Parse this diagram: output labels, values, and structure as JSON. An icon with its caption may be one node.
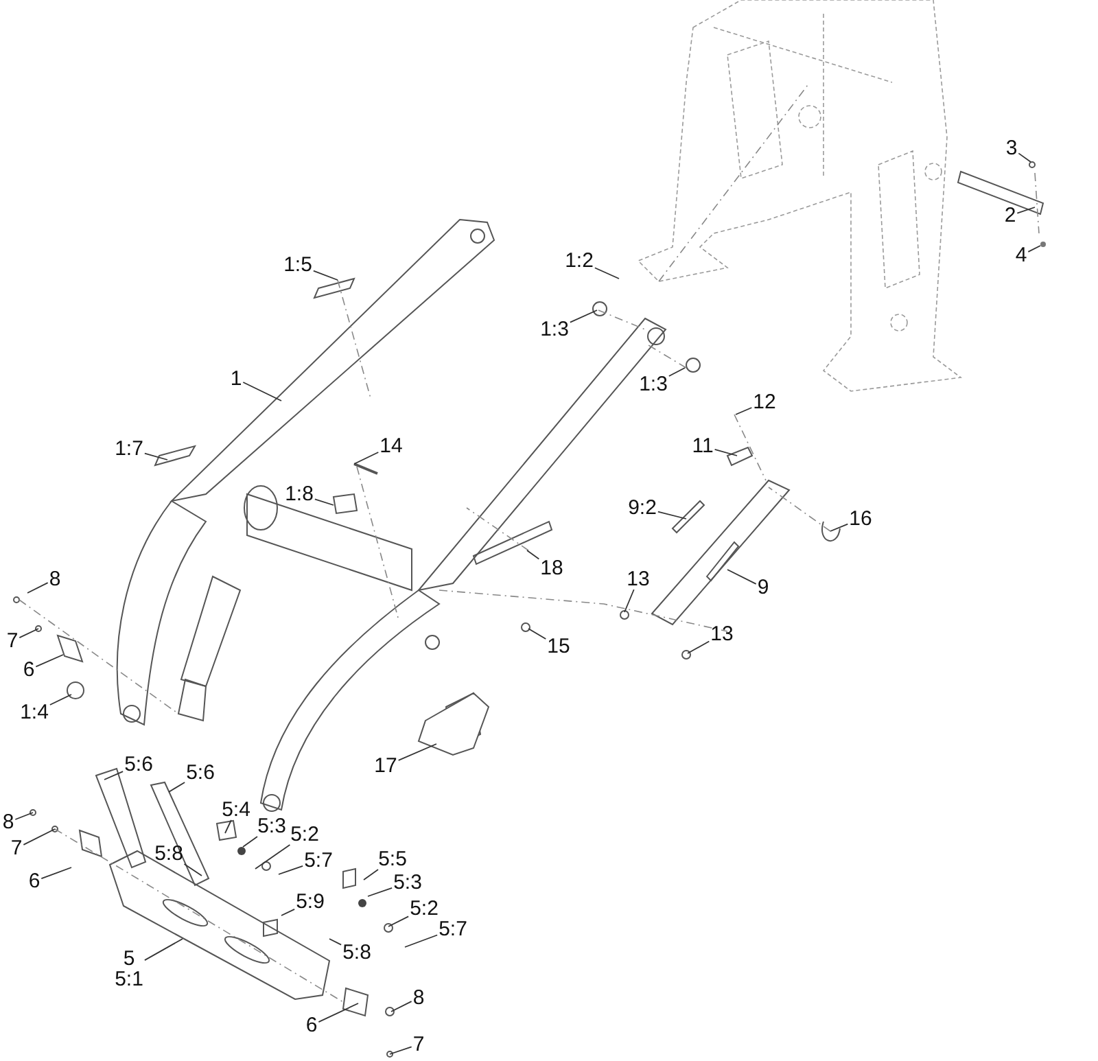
{
  "diagram": {
    "nodes": [
      {
        "text": [
          "3"
        ]
      },
      {
        "text": [
          "2"
        ]
      },
      {
        "text": [
          "4"
        ]
      },
      {
        "text": [
          "1:5"
        ]
      },
      {
        "text": [
          "1:2"
        ]
      },
      {
        "text": [
          "1:3"
        ]
      },
      {
        "text": [
          "1:3"
        ]
      },
      {
        "text": [
          "1"
        ]
      },
      {
        "text": [
          "12"
        ]
      },
      {
        "text": [
          "14"
        ]
      },
      {
        "text": [
          "11"
        ]
      },
      {
        "text": [
          "1:7"
        ]
      },
      {
        "text": [
          "1:8"
        ]
      },
      {
        "text": [
          "9:2"
        ]
      },
      {
        "text": [
          "16"
        ]
      },
      {
        "text": [
          "18"
        ]
      },
      {
        "text": [
          "8"
        ]
      },
      {
        "text": [
          "13"
        ]
      },
      {
        "text": [
          "9"
        ]
      },
      {
        "text": [
          "7"
        ]
      },
      {
        "text": [
          "6"
        ]
      },
      {
        "text": [
          "15"
        ]
      },
      {
        "text": [
          "13"
        ]
      },
      {
        "text": [
          "1:4"
        ]
      },
      {
        "text": [
          "17"
        ]
      },
      {
        "text": [
          "5:6"
        ]
      },
      {
        "text": [
          "5:6"
        ]
      },
      {
        "text": [
          "5:4"
        ]
      },
      {
        "text": [
          "5:3"
        ]
      },
      {
        "text": [
          "8"
        ]
      },
      {
        "text": [
          "5:2"
        ]
      },
      {
        "text": [
          "7"
        ]
      },
      {
        "text": [
          "5:8"
        ]
      },
      {
        "text": [
          "5:7"
        ]
      },
      {
        "text": [
          "5:5"
        ]
      },
      {
        "text": [
          "5:3"
        ]
      },
      {
        "text": [
          "6"
        ]
      },
      {
        "text": [
          "5:9"
        ]
      },
      {
        "text": [
          "5:2"
        ]
      },
      {
        "text": [
          "5:7"
        ]
      },
      {
        "text": [
          "5:8"
        ]
      },
      {
        "text": [
          "5",
          "5:1"
        ]
      },
      {
        "text": [
          "8"
        ]
      },
      {
        "text": [
          "6"
        ]
      },
      {
        "text": [
          "7"
        ]
      }
    ],
    "edges": [
      {
        "from": 0,
        "to": null,
        "arrow": "none"
      },
      {
        "from": 1,
        "to": null,
        "arrow": "none"
      },
      {
        "from": 2,
        "to": null,
        "arrow": "none"
      },
      {
        "from": 3,
        "to": null,
        "arrow": "none"
      },
      {
        "from": 4,
        "to": null,
        "arrow": "none"
      },
      {
        "from": 5,
        "to": null,
        "arrow": "none"
      },
      {
        "from": 6,
        "to": null,
        "arrow": "none"
      },
      {
        "from": 7,
        "to": null,
        "arrow": "none"
      },
      {
        "from": 8,
        "to": null,
        "arrow": "none"
      },
      {
        "from": 9,
        "to": null,
        "arrow": "none"
      },
      {
        "from": 10,
        "to": null,
        "arrow": "none"
      },
      {
        "from": 11,
        "to": null,
        "arrow": "none"
      },
      {
        "from": 12,
        "to": null,
        "arrow": "none"
      },
      {
        "from": 13,
        "to": null,
        "arrow": "none"
      },
      {
        "from": 14,
        "to": null,
        "arrow": "none"
      },
      {
        "from": 15,
        "to": null,
        "arrow": "none"
      },
      {
        "from": 16,
        "to": null,
        "arrow": "none"
      },
      {
        "from": 17,
        "to": null,
        "arrow": "none"
      },
      {
        "from": 18,
        "to": null,
        "arrow": "none"
      },
      {
        "from": 19,
        "to": null,
        "arrow": "none"
      },
      {
        "from": 20,
        "to": null,
        "arrow": "none"
      },
      {
        "from": 21,
        "to": null,
        "arrow": "none"
      },
      {
        "from": 22,
        "to": null,
        "arrow": "none"
      },
      {
        "from": 23,
        "to": null,
        "arrow": "none"
      },
      {
        "from": 24,
        "to": null,
        "arrow": "none"
      },
      {
        "from": 25,
        "to": null,
        "arrow": "none"
      },
      {
        "from": 26,
        "to": null,
        "arrow": "none"
      },
      {
        "from": 27,
        "to": null,
        "arrow": "none"
      },
      {
        "from": 28,
        "to": null,
        "arrow": "none"
      },
      {
        "from": 29,
        "to": null,
        "arrow": "none"
      },
      {
        "from": 30,
        "to": null,
        "arrow": "none"
      },
      {
        "from": 31,
        "to": null,
        "arrow": "none"
      },
      {
        "from": 32,
        "to": null,
        "arrow": "none"
      },
      {
        "from": 33,
        "to": null,
        "arrow": "none"
      },
      {
        "from": 34,
        "to": null,
        "arrow": "none"
      },
      {
        "from": 35,
        "to": null,
        "arrow": "none"
      },
      {
        "from": 36,
        "to": null,
        "arrow": "none"
      },
      {
        "from": 37,
        "to": null,
        "arrow": "none"
      },
      {
        "from": 38,
        "to": null,
        "arrow": "none"
      },
      {
        "from": 39,
        "to": null,
        "arrow": "none"
      },
      {
        "from": 40,
        "to": null,
        "arrow": "none"
      },
      {
        "from": 41,
        "to": null,
        "arrow": "none"
      },
      {
        "from": 42,
        "to": null,
        "arrow": "none"
      },
      {
        "from": 43,
        "to": null,
        "arrow": "none"
      },
      {
        "from": 44,
        "to": null,
        "arrow": "none"
      }
    ]
  }
}
